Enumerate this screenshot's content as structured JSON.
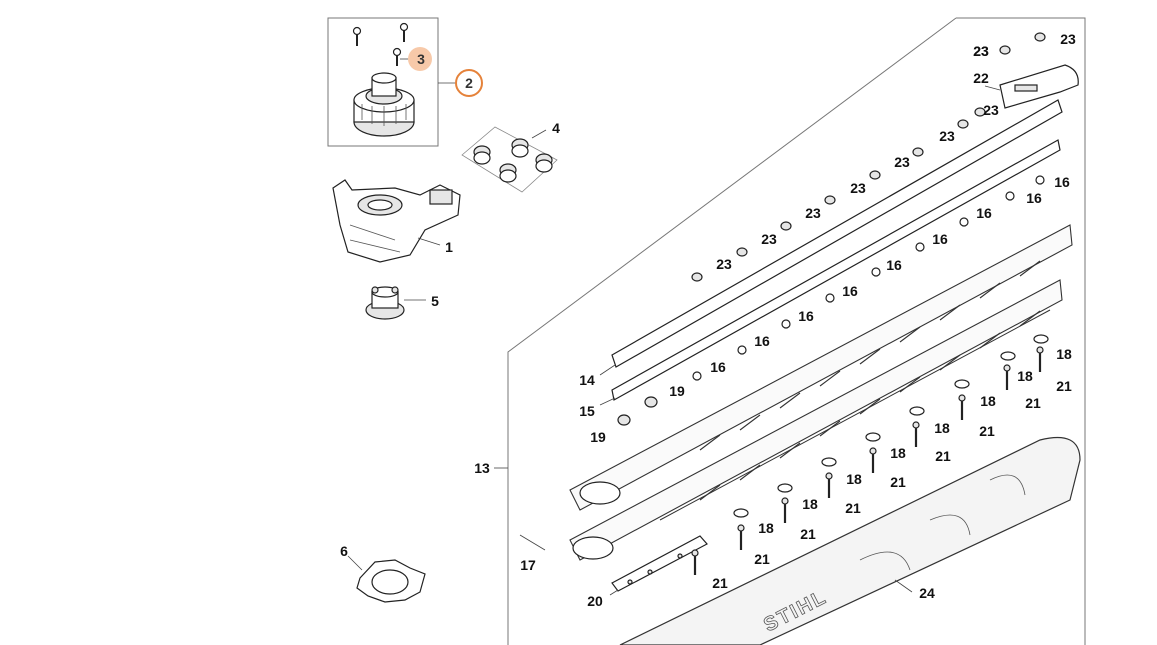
{
  "callouts": [
    {
      "id": "c-1",
      "text": "1"
    },
    {
      "id": "c-2",
      "text": "2",
      "highlight": "ring"
    },
    {
      "id": "c-3",
      "text": "3",
      "highlight": "filled"
    },
    {
      "id": "c-4",
      "text": "4"
    },
    {
      "id": "c-5",
      "text": "5"
    },
    {
      "id": "c-6",
      "text": "6"
    },
    {
      "id": "c-13",
      "text": "13"
    },
    {
      "id": "c-14",
      "text": "14"
    },
    {
      "id": "c-15",
      "text": "15"
    },
    {
      "id": "c-16a",
      "text": "16"
    },
    {
      "id": "c-16b",
      "text": "16"
    },
    {
      "id": "c-16c",
      "text": "16"
    },
    {
      "id": "c-16d",
      "text": "16"
    },
    {
      "id": "c-16e",
      "text": "16"
    },
    {
      "id": "c-16f",
      "text": "16"
    },
    {
      "id": "c-16g",
      "text": "16"
    },
    {
      "id": "c-16h",
      "text": "16"
    },
    {
      "id": "c-16i",
      "text": "16"
    },
    {
      "id": "c-17",
      "text": "17"
    },
    {
      "id": "c-18a",
      "text": "18"
    },
    {
      "id": "c-18b",
      "text": "18"
    },
    {
      "id": "c-18c",
      "text": "18"
    },
    {
      "id": "c-18d",
      "text": "18"
    },
    {
      "id": "c-18e",
      "text": "18"
    },
    {
      "id": "c-18f",
      "text": "18"
    },
    {
      "id": "c-18g",
      "text": "18"
    },
    {
      "id": "c-18h",
      "text": "18"
    },
    {
      "id": "c-19a",
      "text": "19"
    },
    {
      "id": "c-19b",
      "text": "19"
    },
    {
      "id": "c-20",
      "text": "20"
    },
    {
      "id": "c-21a",
      "text": "21"
    },
    {
      "id": "c-21b",
      "text": "21"
    },
    {
      "id": "c-21c",
      "text": "21"
    },
    {
      "id": "c-21d",
      "text": "21"
    },
    {
      "id": "c-21e",
      "text": "21"
    },
    {
      "id": "c-21f",
      "text": "21"
    },
    {
      "id": "c-21g",
      "text": "21"
    },
    {
      "id": "c-21h",
      "text": "21"
    },
    {
      "id": "c-21i",
      "text": "21"
    },
    {
      "id": "c-22",
      "text": "22"
    },
    {
      "id": "c-23a",
      "text": "23"
    },
    {
      "id": "c-23b",
      "text": "23"
    },
    {
      "id": "c-23c",
      "text": "23"
    },
    {
      "id": "c-23d",
      "text": "23"
    },
    {
      "id": "c-23e",
      "text": "23"
    },
    {
      "id": "c-23f",
      "text": "23"
    },
    {
      "id": "c-23g",
      "text": "23"
    },
    {
      "id": "c-23h",
      "text": "23"
    },
    {
      "id": "c-23i",
      "text": "23"
    },
    {
      "id": "c-23j",
      "text": "23"
    },
    {
      "id": "c-24",
      "text": "24"
    }
  ],
  "guard_logo": "STIHL",
  "colors": {
    "highlight_ring": "#e5823a",
    "highlight_fill": "#f7c9a9",
    "line": "#222222",
    "frame": "#777777"
  }
}
